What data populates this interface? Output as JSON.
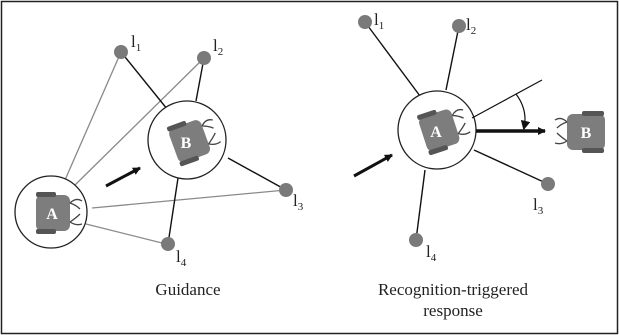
{
  "panels": {
    "left": {
      "caption": "Guidance",
      "robot_a": "A",
      "robot_b": "B",
      "landmarks": [
        {
          "base": "l",
          "sub": "1"
        },
        {
          "base": "l",
          "sub": "2"
        },
        {
          "base": "l",
          "sub": "3"
        },
        {
          "base": "l",
          "sub": "4"
        }
      ]
    },
    "right": {
      "caption_line1": "Recognition-triggered",
      "caption_line2": "response",
      "robot_a": "A",
      "robot_b": "B",
      "landmarks": [
        {
          "base": "l",
          "sub": "1"
        },
        {
          "base": "l",
          "sub": "2"
        },
        {
          "base": "l",
          "sub": "3"
        },
        {
          "base": "l",
          "sub": "4"
        }
      ]
    }
  },
  "colors": {
    "border": "#222222",
    "line_dark": "#111111",
    "line_light": "#8a8a8a",
    "landmark": "#7a7a7a",
    "robot_body": "#7d7d7d",
    "robot_wheel": "#555555"
  }
}
